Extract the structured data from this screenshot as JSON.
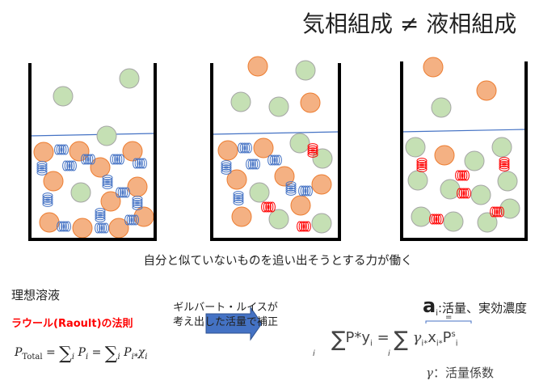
{
  "title": "気相組成 ≠ 液相組成",
  "caption": "自分と似ていないものを追い出そうとする力が働く",
  "ideal_solution": "理想溶液",
  "raoult_law": "ラウール(Raoult)の法則",
  "formula1": {
    "lhs": "P",
    "lhs_sub": "Total",
    "eq": "=",
    "sum": "∑",
    "idx": "i",
    "term1": "P",
    "term2": "P",
    "star": "*",
    "chi": "χ"
  },
  "gilbert_lewis": {
    "line1": "ギルバート・ルイスが",
    "line2": "考え出した活量で補正"
  },
  "activity": {
    "symbol": "a",
    "sub": "i",
    "label": ":活量、実効濃度",
    "equals": "="
  },
  "formula2": {
    "sum": "∑",
    "idx": "i",
    "lhs": "P*y",
    "sub": "i",
    "eq": "=",
    "gamma": "γ",
    "x": "x",
    "ps": "P",
    "s": "s",
    "dot": "*"
  },
  "gamma_label": {
    "symbol": "γ",
    "label": "：活量係数"
  },
  "colors": {
    "orange_fill": "#f4b183",
    "orange_stroke": "#ed7d31",
    "green_fill": "#c5e0b4",
    "green_stroke": "#a5a5a5",
    "blue_spring": "#4472c4",
    "red_spring": "#ff0000",
    "arrow": "#4472c4"
  }
}
